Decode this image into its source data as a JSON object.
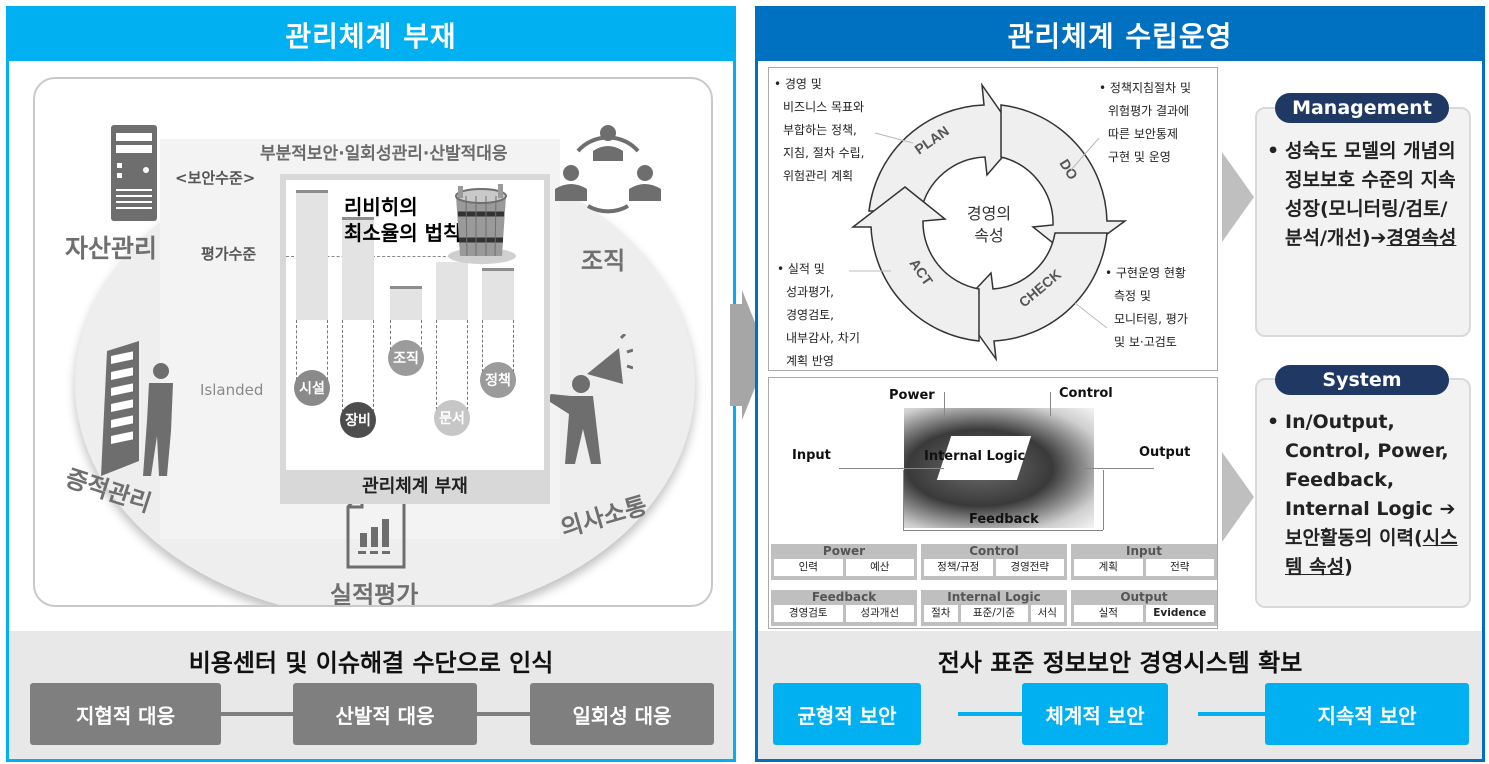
{
  "left_panel": {
    "title": "관리체계 부재",
    "illustration": {
      "subtitle": "부분적보안·일회성관리·산발적대응",
      "security_level_label": "<보안수준>",
      "evaluation_level_label": "평가수준",
      "islanded_label": "Islanded",
      "law_title_line1": "리비히의",
      "law_title_line2": "최소율의 법칙",
      "chart_caption": "관리체계 부재",
      "side_labels": {
        "asset_management": "자산관리",
        "organization": "조직",
        "evidence_management": "증적관리",
        "communication": "의사소통",
        "performance_evaluation": "실적평가"
      },
      "bars": [
        {
          "label": "시설",
          "height_pct": 100,
          "color": "#8a8a8a"
        },
        {
          "label": "장비",
          "height_pct": 80,
          "color": "#4d4d4d"
        },
        {
          "label": "조직",
          "height_pct": 40,
          "color": "#9b9b9b"
        },
        {
          "label": "문서",
          "height_pct": 62,
          "color": "#c6c6c6"
        },
        {
          "label": "정책",
          "height_pct": 58,
          "color": "#9b9b9b"
        }
      ]
    },
    "bottom": {
      "title": "비용센터 및 이슈해결 수단으로 인식",
      "pills": [
        "지협적 대응",
        "산발적 대응",
        "일회성 대응"
      ]
    },
    "colors": {
      "header": "#00b0f0",
      "pill": "#7f7f7f"
    }
  },
  "right_panel": {
    "title": "관리체계 수립운영",
    "pdca": {
      "center_line1": "경영의",
      "center_line2": "속성",
      "stages": [
        "PLAN",
        "DO",
        "CHECK",
        "ACT"
      ],
      "notes": {
        "plan": [
          "• 경영 및",
          "비즈니스 목표와",
          "부합하는  정책,",
          "지침, 절차 수립,",
          "위험관리 계획"
        ],
        "do": [
          "• 정책지침절차 및",
          "위험평가 결과에",
          "따른 보안통제",
          "구현 및 운영"
        ],
        "check": [
          "• 구현운영 현황",
          "측정 및",
          "모니터링, 평가",
          "및 보·고검토"
        ],
        "act": [
          "• 실적 및",
          "성과평가,",
          "경영검토,",
          "내부감사, 차기",
          "계획 반영"
        ]
      }
    },
    "system": {
      "labels": {
        "power": "Power",
        "control": "Control",
        "input": "Input",
        "output": "Output",
        "internal_logic": "Internal Logic",
        "feedback": "Feedback"
      },
      "groups": [
        {
          "title": "Power",
          "cells": [
            "인력",
            "예산"
          ]
        },
        {
          "title": "Control",
          "cells": [
            "정책/규정",
            "경영전략"
          ]
        },
        {
          "title": "Input",
          "cells": [
            "계획",
            "전략"
          ]
        },
        {
          "title": "Feedback",
          "cells": [
            "경영검토",
            "성과개선"
          ]
        },
        {
          "title": "Internal Logic",
          "cells": [
            "절차",
            "표준/기준",
            "서식"
          ]
        },
        {
          "title": "Output",
          "cells": [
            "실적",
            "Evidence"
          ]
        }
      ]
    },
    "summaries": [
      {
        "badge": "Management",
        "bullet": "•",
        "text_plain": "성숙도 모델의 개념의 정보보호 수준의 지속성장(모니터링/검토/분석/개선)➔",
        "text_underlined": "경영속성"
      },
      {
        "badge": "System",
        "bullet": "•",
        "text_plain": "In/Output, Control, Power, Feedback, Internal Logic ➔ 보안활동의 이력(",
        "text_underlined": "시스템 속성",
        "text_tail": ")"
      }
    ],
    "bottom": {
      "title": "전사 표준 정보보안 경영시스템 확보",
      "pills": [
        "균형적 보안",
        "체계적 보안",
        "지속적 보안"
      ]
    },
    "colors": {
      "header": "#0070c0",
      "pill": "#00b0f0",
      "badge": "#1f3864"
    }
  }
}
